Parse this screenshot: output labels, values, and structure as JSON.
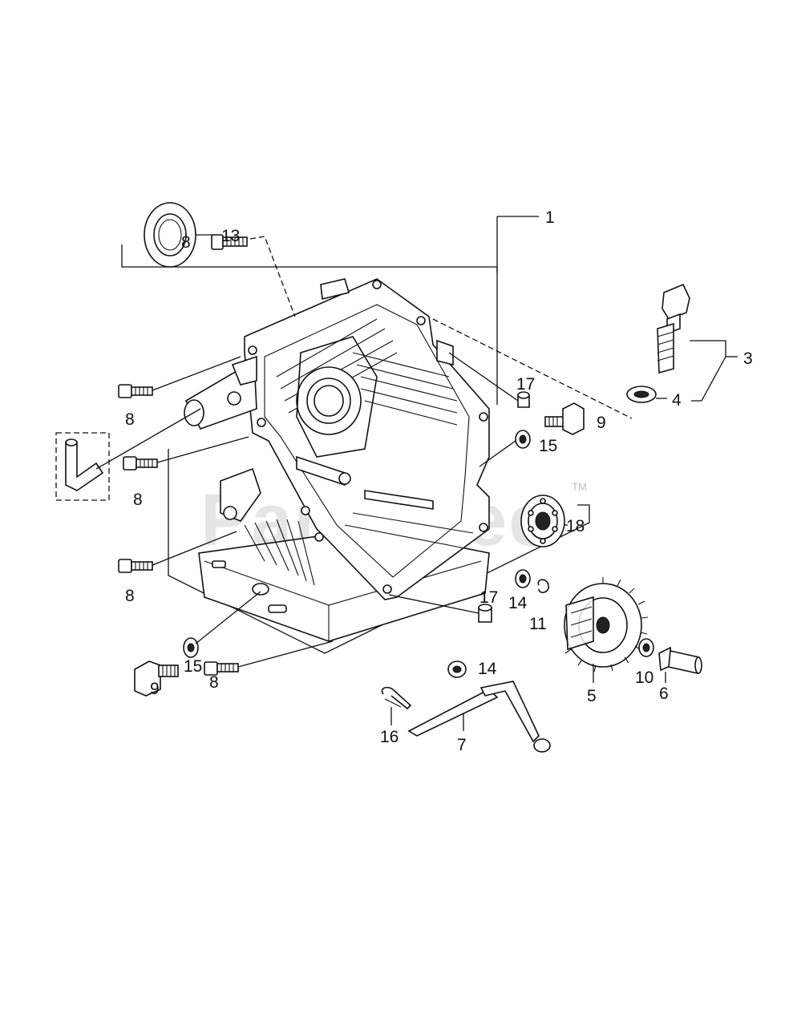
{
  "watermark": {
    "text": "PartsTree",
    "tm": "TM"
  },
  "callouts": {
    "c1": "1",
    "c3": "3",
    "c4": "4",
    "c5": "5",
    "c6": "6",
    "c7": "7",
    "c8_top": "8",
    "c8_a": "8",
    "c8_b": "8",
    "c8_c": "8",
    "c8_bottom": "8",
    "c9_right": "9",
    "c9_bottom": "9",
    "c10": "10",
    "c11": "11",
    "c13": "13",
    "c14_a": "14",
    "c14_b": "14",
    "c15_right": "15",
    "c15_bottom": "15",
    "c16": "16",
    "c17_a": "17",
    "c17_b": "17",
    "c18": "18"
  },
  "parts": [
    {
      "ref": "1",
      "part": "crankcase"
    },
    {
      "ref": "3",
      "part": "oil-filler-cap"
    },
    {
      "ref": "4",
      "part": "o-ring"
    },
    {
      "ref": "5",
      "part": "governor-gear"
    },
    {
      "ref": "6",
      "part": "governor-shaft"
    },
    {
      "ref": "7",
      "part": "governor-arm"
    },
    {
      "ref": "8",
      "part": "flange-bolt"
    },
    {
      "ref": "9",
      "part": "drain-bolt"
    },
    {
      "ref": "10",
      "part": "washer"
    },
    {
      "ref": "11",
      "part": "clip"
    },
    {
      "ref": "13",
      "part": "oil-seal"
    },
    {
      "ref": "14",
      "part": "washer"
    },
    {
      "ref": "15",
      "part": "sealing-washer"
    },
    {
      "ref": "16",
      "part": "pin"
    },
    {
      "ref": "17",
      "part": "dowel-pin"
    },
    {
      "ref": "18",
      "part": "ball-bearing"
    }
  ]
}
